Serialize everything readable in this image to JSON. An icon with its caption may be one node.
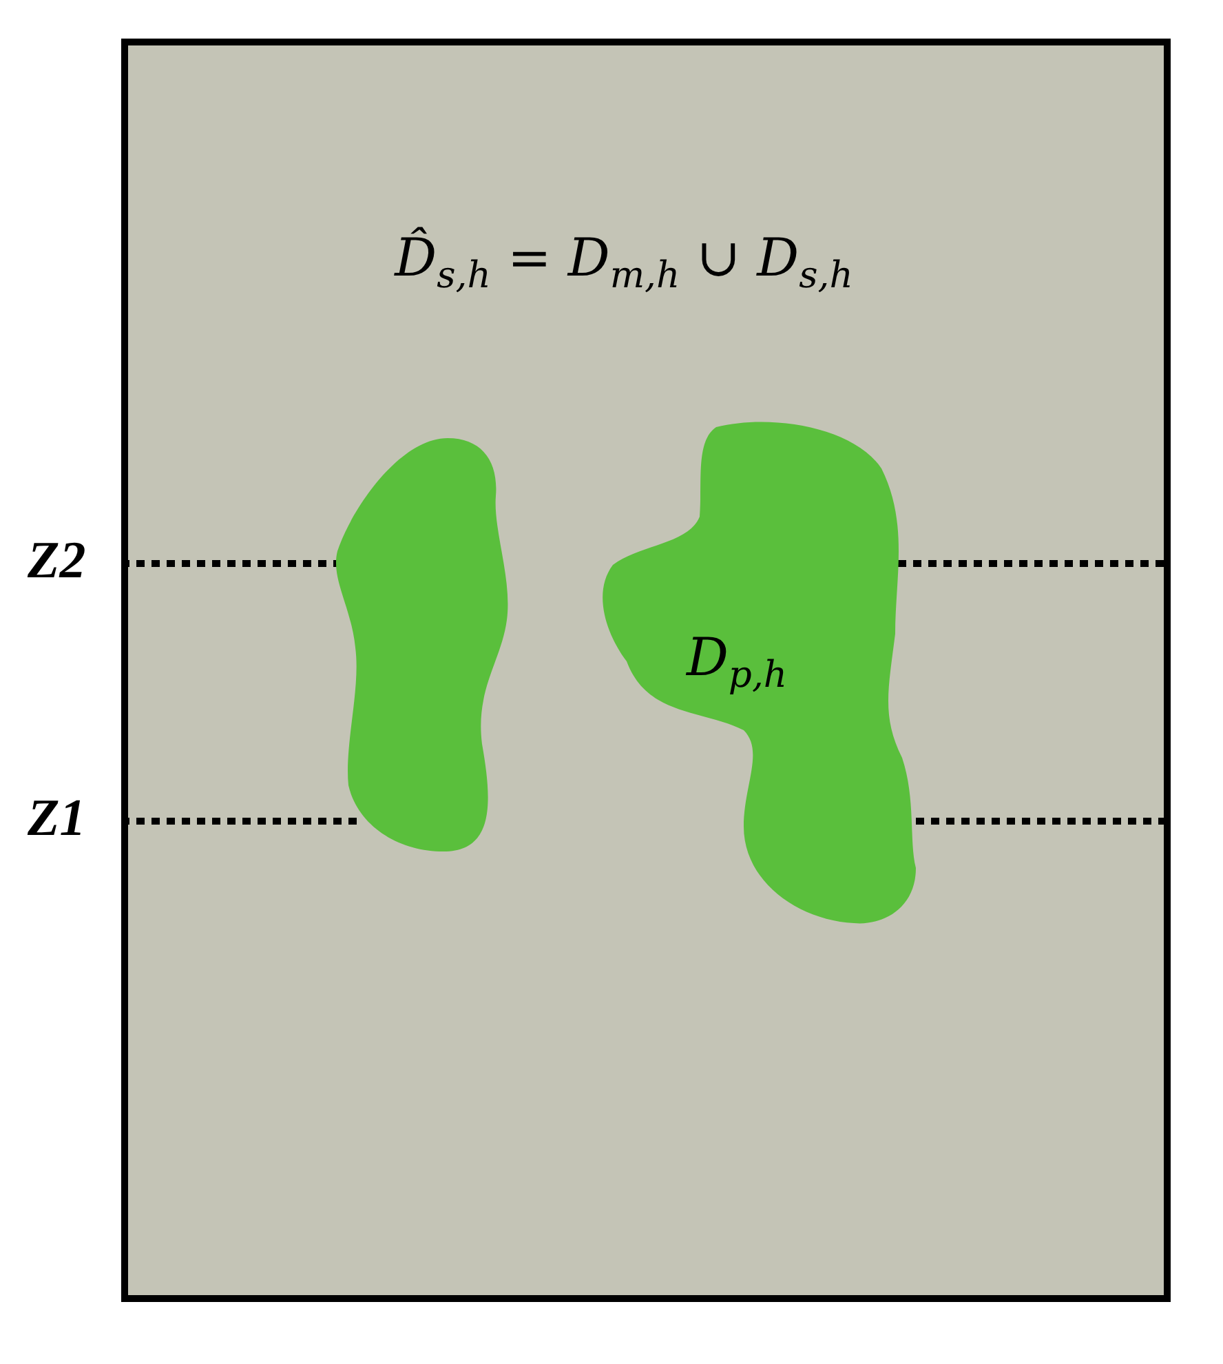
{
  "diagram": {
    "nodes": [
      {
        "text": [
          "D̂$_{s,h}$ = D$_{m,h}$ ∪ D$_{s,h}$"
        ]
      },
      {
        "text": [],
        "shape": "blob",
        "in": 0
      },
      {
        "text": [
          "D$_{p,h}$"
        ],
        "in": 0
      }
    ],
    "labels": [
      "Z2",
      "Z1"
    ]
  }
}
